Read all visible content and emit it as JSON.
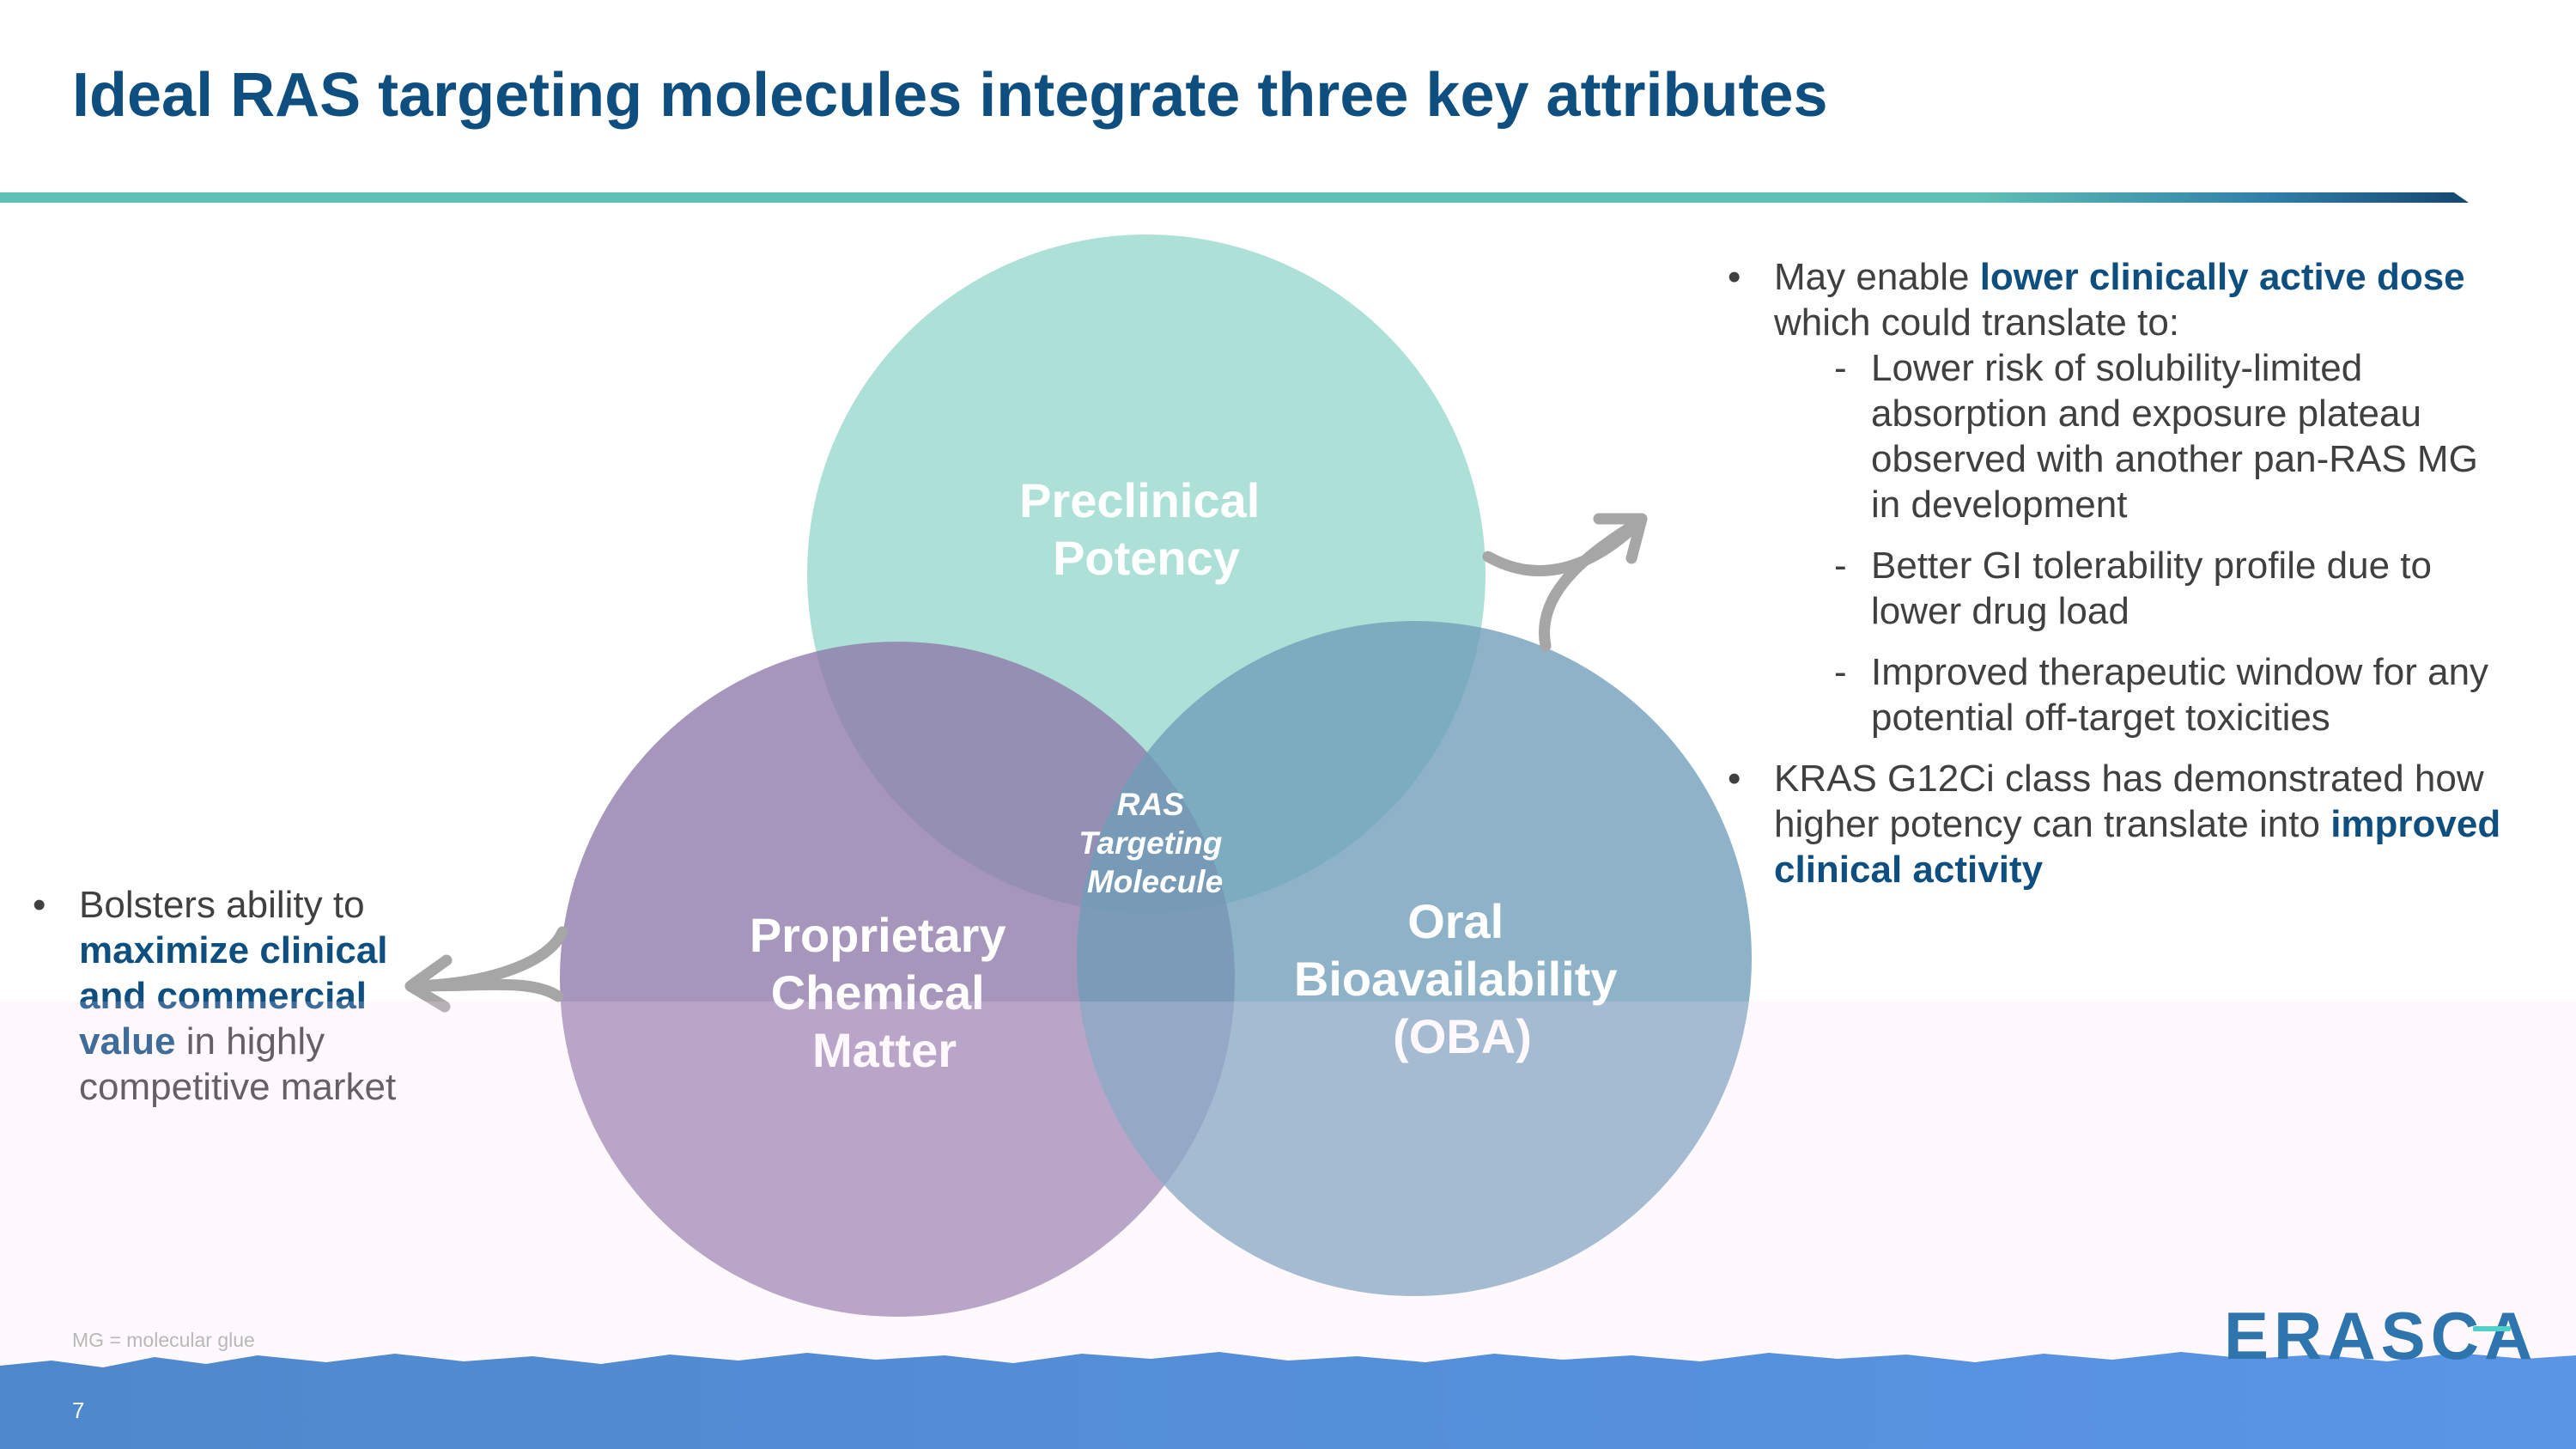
{
  "slide": {
    "title": "Ideal RAS targeting molecules integrate three key attributes",
    "page_number": "7",
    "footnote": "MG = molecular glue",
    "logo_text": "ERASCA"
  },
  "venn": {
    "circles": [
      {
        "key": "potency",
        "lines": [
          "Preclinical",
          "Potency"
        ],
        "color": "#9bdbd0"
      },
      {
        "key": "chemical",
        "lines": [
          "Proprietary",
          "Chemical",
          "Matter"
        ],
        "color": "#8e78a8"
      },
      {
        "key": "oba",
        "lines": [
          "Oral",
          "Bioavailability",
          "(OBA)"
        ],
        "color": "#6e9cb9"
      }
    ],
    "center_lines": [
      "RAS",
      "Targeting",
      "Molecule"
    ]
  },
  "right_bullets": {
    "b1_pre": "May enable ",
    "b1_hl": "lower clinically active dose",
    "b1_post": " which could translate to:",
    "subs": [
      "Lower risk of solubility-limited absorption and exposure plateau observed with another pan-RAS MG in development",
      "Better GI tolerability profile due to lower drug load",
      "Improved therapeutic window for any potential off-target toxicities"
    ],
    "b2_pre": "KRAS G12Ci class has demonstrated how higher potency can translate into ",
    "b2_hl": "improved clinical activity"
  },
  "left_bullets": {
    "pre": "Bolsters ability to ",
    "hl": "maximize clinical and commercial value",
    "post": " in highly competitive market"
  }
}
